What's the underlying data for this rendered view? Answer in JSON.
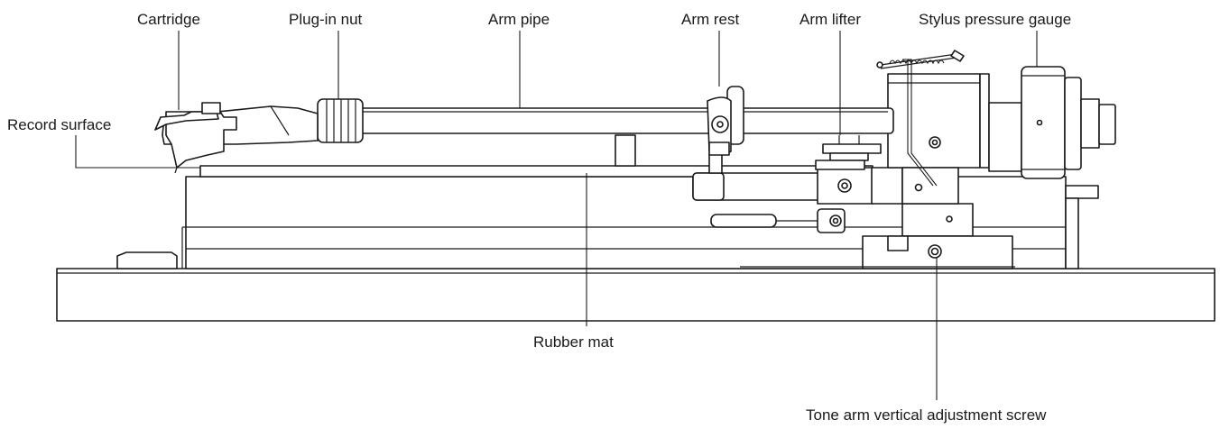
{
  "labels": {
    "cartridge": "Cartridge",
    "plug_in_nut": "Plug-in nut",
    "arm_pipe": "Arm pipe",
    "arm_rest": "Arm rest",
    "arm_lifter": "Arm lifter",
    "stylus_pressure_gauge": "Stylus pressure gauge",
    "record_surface": "Record surface",
    "rubber_mat": "Rubber mat",
    "vertical_adjustment_screw": "Tone arm vertical adjustment screw"
  },
  "colors": {
    "line": "#1a1a1a",
    "background": "#ffffff"
  }
}
